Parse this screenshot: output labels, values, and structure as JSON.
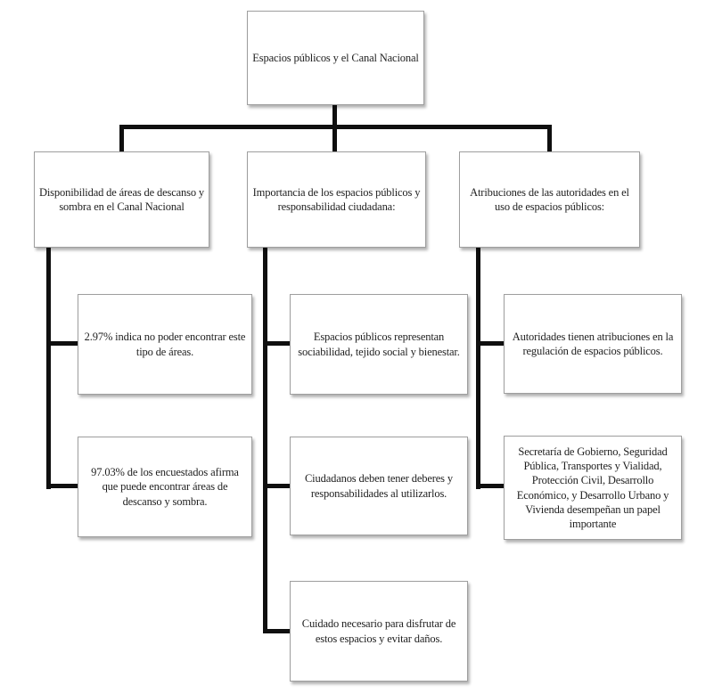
{
  "diagram": {
    "title": "Espacios públicos y el Canal Nacional",
    "root": {
      "label": "Espacios públicos y el Canal Nacional"
    },
    "branches": [
      {
        "label": "Disponibilidad de áreas de descanso y sombra en el Canal Nacional",
        "children": [
          "2.97% indica no poder encontrar este tipo de áreas.",
          "97.03% de los encuestados afirma que puede encontrar áreas de descanso y sombra."
        ]
      },
      {
        "label": "Importancia de los espacios públicos y responsabilidad ciudadana:",
        "children": [
          "Espacios públicos representan sociabilidad, tejido social y bienestar.",
          "Ciudadanos deben tener deberes y responsabilidades al utilizarlos.",
          "Cuidado necesario para disfrutar de estos espacios y evitar daños."
        ]
      },
      {
        "label": "Atribuciones de las autoridades en el uso de espacios públicos:",
        "children": [
          "Autoridades tienen atribuciones en la regulación de espacios públicos.",
          "Secretaría de Gobierno, Seguridad Pública, Transportes y Vialidad, Protección Civil, Desarrollo Económico, y Desarrollo Urbano y Vivienda desempeñan un papel importante"
        ]
      }
    ],
    "colors": {
      "connector": "#0f0f0f",
      "box_border": "#9e9e9e",
      "box_background": "#ffffff",
      "text": "#1f1f1f"
    }
  }
}
